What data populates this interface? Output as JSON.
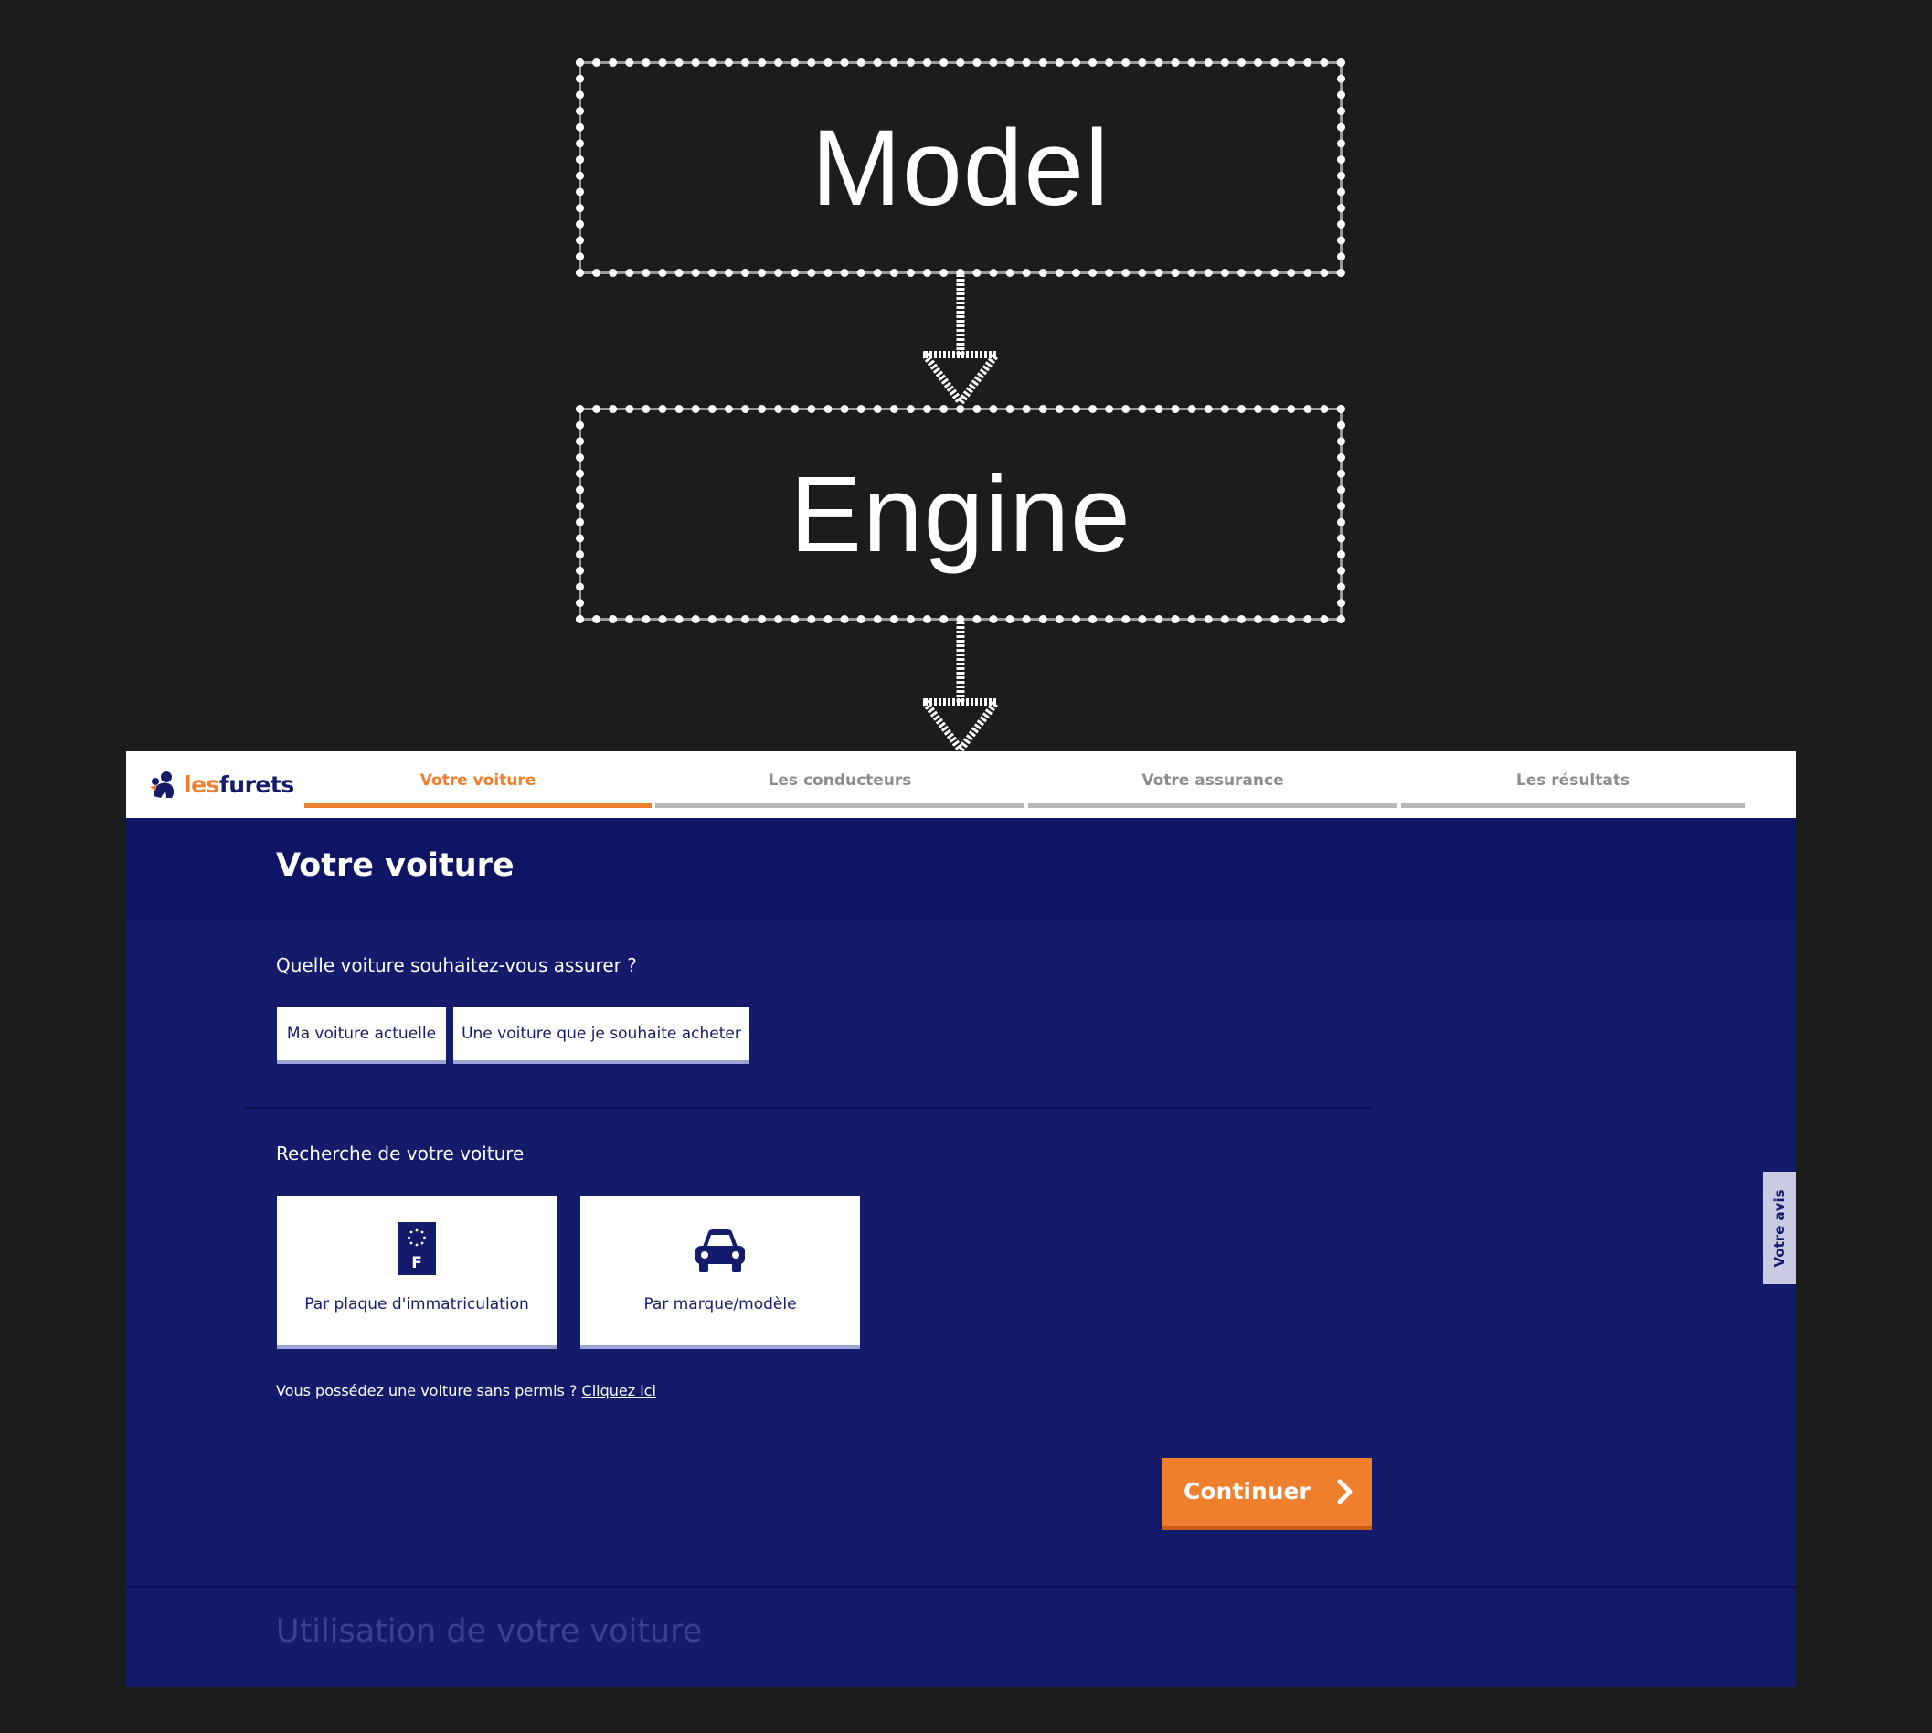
{
  "diagram": {
    "boxes": [
      {
        "label": "Model"
      },
      {
        "label": "Engine"
      }
    ]
  },
  "app": {
    "logo": {
      "part1": "les",
      "part2": "furets"
    },
    "steps": [
      {
        "label": "Votre voiture",
        "active": true
      },
      {
        "label": "Les conducteurs",
        "active": false
      },
      {
        "label": "Votre assurance",
        "active": false
      },
      {
        "label": "Les résultats",
        "active": false
      }
    ],
    "page_title": "Votre voiture",
    "question": "Quelle voiture souhaitez-vous assurer ?",
    "choices": [
      {
        "label": "Ma voiture actuelle"
      },
      {
        "label": "Une voiture que je souhaite acheter"
      }
    ],
    "search": {
      "label": "Recherche de votre voiture",
      "cards": [
        {
          "label": "Par plaque d'immatriculation",
          "icon": "license-plate-icon",
          "plate_letter": "F"
        },
        {
          "label": "Par marque/modèle",
          "icon": "car-icon"
        }
      ]
    },
    "no_permit": {
      "text": "Vous possédez une voiture sans permis ? ",
      "link": "Cliquez ici"
    },
    "continue_label": "Continuer",
    "feedback_label": "Votre avis",
    "next_section_title": "Utilisation de votre voiture"
  },
  "colors": {
    "background": "#1c1c1c",
    "brand_navy": "#141b6b",
    "accent_orange": "#f07f2d"
  }
}
